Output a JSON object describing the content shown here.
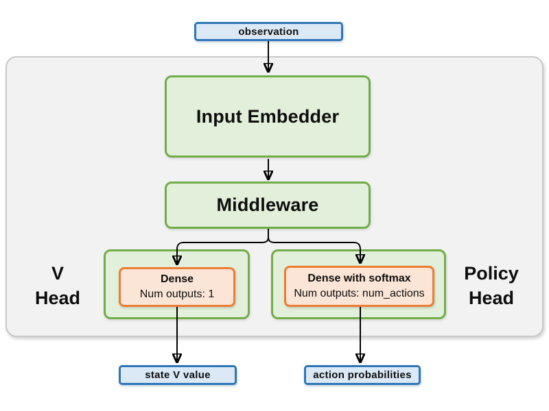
{
  "colors": {
    "page_bg": "#ffffff",
    "text": "#0d0d0d",
    "arrow": "#000000",
    "blue_border": "#2e75b6",
    "blue_fill": "#dbe9f7",
    "green_border": "#70ad47",
    "green_fill": "#e2efda",
    "orange_border": "#ed7d31",
    "orange_fill": "#fbe5d6",
    "container_border": "#c8c8c8",
    "container_fill": "#f2f2f2"
  },
  "nodes": {
    "observation": {
      "label": "observation"
    },
    "input_embedder": {
      "label": "Input Embedder"
    },
    "middleware": {
      "label": "Middleware"
    },
    "v_dense": {
      "title": "Dense",
      "subtitle": "Num outputs: 1"
    },
    "policy_dense": {
      "title": "Dense with softmax",
      "subtitle": "Num outputs: num_actions"
    },
    "state_v_value": {
      "label": "state V value"
    },
    "action_probabilities": {
      "label": "action probabilities"
    }
  },
  "labels": {
    "v_head": {
      "line1": "V",
      "line2": "Head"
    },
    "policy_head": {
      "line1": "Policy",
      "line2": "Head"
    }
  }
}
